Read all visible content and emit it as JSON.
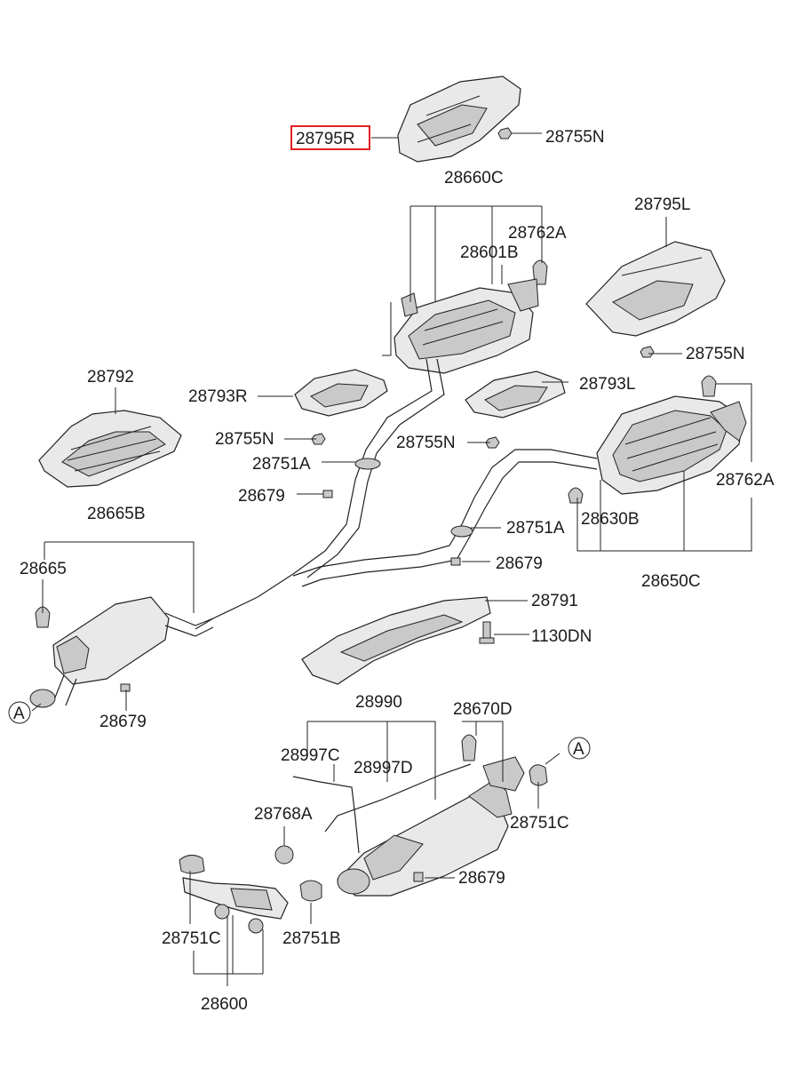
{
  "highlight_part": "28795R",
  "labels": {
    "p28795R": "28795R",
    "p28755N_a": "28755N",
    "p28660C": "28660C",
    "p28762A_a": "28762A",
    "p28601B": "28601B",
    "p28795L": "28795L",
    "p28755N_b": "28755N",
    "p28792": "28792",
    "p28793R": "28793R",
    "p28793L": "28793L",
    "p28755N_c": "28755N",
    "p28755N_d": "28755N",
    "p28751A_a": "28751A",
    "p28762A_b": "28762A",
    "p28679_a": "28679",
    "p28665B": "28665B",
    "p28630B": "28630B",
    "p28751A_b": "28751A",
    "p28665": "28665",
    "p28679_b": "28679",
    "p28650C": "28650C",
    "p28791": "28791",
    "p1130DN": "1130DN",
    "marker_a1": "A",
    "p28679_c": "28679",
    "p28990": "28990",
    "p28670D": "28670D",
    "p28997C": "28997C",
    "p28997D": "28997D",
    "marker_a2": "A",
    "p28768A": "28768A",
    "p28751C_a": "28751C",
    "p28679_d": "28679",
    "p28751C_b": "28751C",
    "p28751B": "28751B",
    "p28600": "28600"
  }
}
